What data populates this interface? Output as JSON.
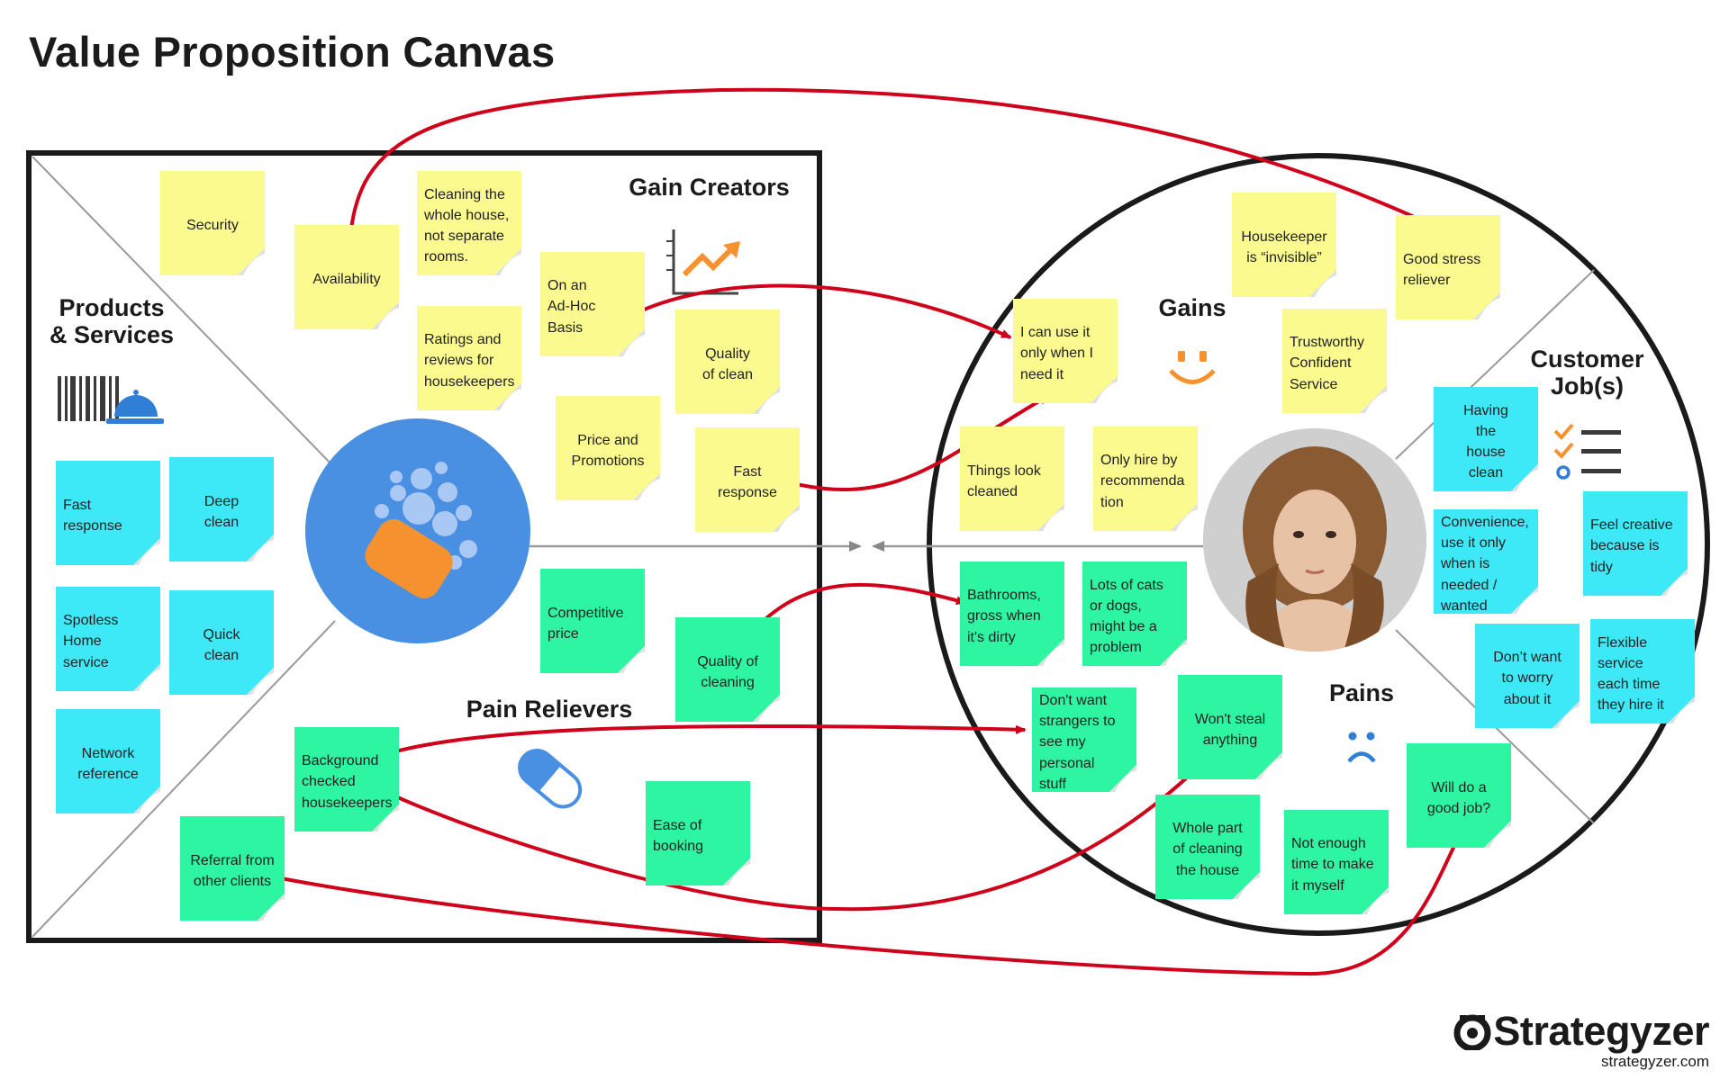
{
  "title": "Value Proposition Canvas",
  "labels": {
    "products_services": "Products\n& Services",
    "gain_creators": "Gain Creators",
    "pain_relievers": "Pain Relievers",
    "gains": "Gains",
    "pains": "Pains",
    "customer_jobs": "Customer\nJob(s)"
  },
  "colors": {
    "yellow_note": "#fbfa8f",
    "green_note": "#2ef5a2",
    "cyan_note": "#3ee9f7",
    "arrow": "#d0021b",
    "product_circle": "#4a90e2",
    "soap": "#f5922f"
  },
  "notes": {
    "security": "Security",
    "availability": "Availability",
    "cleaning_whole_house": "Cleaning the\nwhole house,\nnot separate\nrooms.",
    "ad_hoc": "On an\nAd-Hoc\nBasis",
    "ratings_reviews": "Ratings and\nreviews for\nhousekeepers",
    "quality_of_clean": "Quality\nof clean",
    "price_promotions": "Price and\nPromotions",
    "fast_response_gc": "Fast\nresponse",
    "fast_response_ps": "Fast\nresponse",
    "deep_clean": "Deep\nclean",
    "spotless_home": "Spotless\nHome\nservice",
    "quick_clean": "Quick\nclean",
    "network_reference": "Network\nreference",
    "competitive_price": "Competitive\nprice",
    "quality_of_cleaning": "Quality of\ncleaning",
    "background_checked": "Background\nchecked\nhousekeepers",
    "ease_of_booking": "Ease of\nbooking",
    "referral": "Referral from\nother clients",
    "housekeeper_invisible": "Housekeeper\nis “invisible”",
    "good_stress": "Good stress\nreliever",
    "use_when_need": "I can use it\nonly when I\nneed it",
    "trustworthy": "Trustworthy\nConfident\nService",
    "things_look_cleaned": "Things look\ncleaned",
    "only_hire_recommendation": "Only hire by\nrecommenda\ntion",
    "having_house_clean": "Having\nthe\nhouse\nclean",
    "convenience": "Convenience,\nuse it only\nwhen is\nneeded /\nwanted",
    "feel_creative": "Feel creative\nbecause is\ntidy",
    "dont_want_worry": "Don’t want\nto worry\nabout it",
    "flexible_service": "Flexible\nservice\neach time\nthey hire it",
    "bathrooms_gross": "Bathrooms,\ngross when\nit's dirty",
    "cats_dogs": "Lots of cats\nor dogs,\nmight be a\nproblem",
    "dont_want_strangers": "Don't want\nstrangers to\nsee my\npersonal\nstuff",
    "wont_steal": "Won't steal\nanything",
    "whole_part_cleaning": "Whole part\nof cleaning\nthe house",
    "not_enough_time": "Not enough\ntime to make\nit myself",
    "good_job": "Will do a\ngood job?"
  },
  "icons": {
    "products": "barcode-and-service-bell-icon",
    "gain_creators": "rising-chart-icon",
    "pain_relievers": "pill-capsule-icon",
    "gains": "smiley-face-icon",
    "pains": "sad-face-icon",
    "jobs": "checklist-icon",
    "product": "soap-bubbles-icon"
  },
  "brand": {
    "name": "Strategyzer",
    "url": "strategyzer.com"
  }
}
